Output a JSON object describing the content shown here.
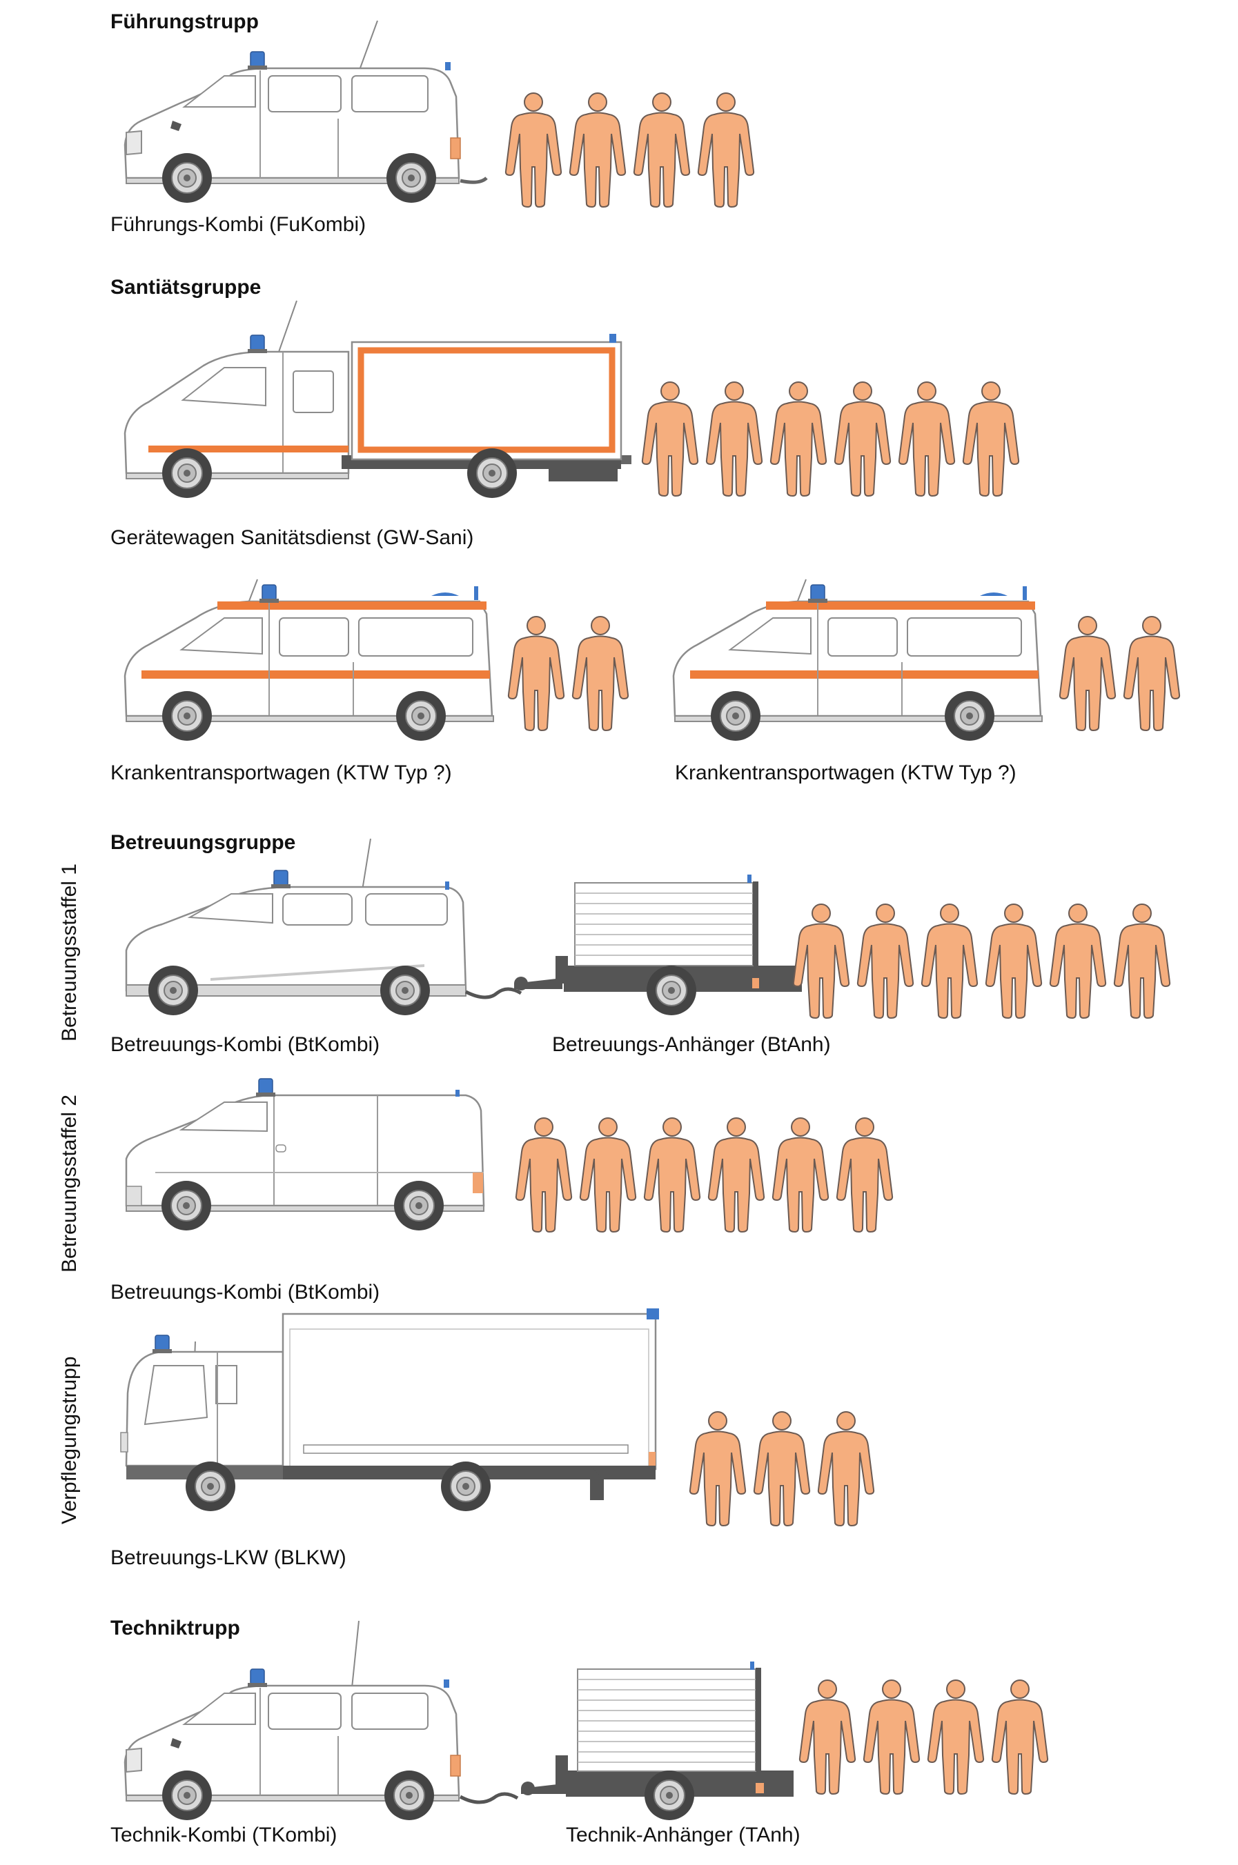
{
  "sections": [
    {
      "heading": "Führungstrupp"
    },
    {
      "heading": "Santiätsgruppe"
    },
    {
      "heading": "Betreuungsgruppe"
    },
    {
      "heading": "Techniktrupp"
    }
  ],
  "side_labels": {
    "staffel1": "Betreuungsstaffel 1",
    "staffel2": "Betreuungsstaffel 2",
    "verpflegung": "Verpflegungstrupp"
  },
  "vehicles": {
    "fukombi": "Führungs-Kombi (FuKombi)",
    "gwsani": "Gerätewagen Sanitätsdienst (GW-Sani)",
    "ktw1": "Krankentransportwagen (KTW Typ ?)",
    "ktw2": "Krankentransportwagen (KTW Typ ?)",
    "btkombi1": "Betreuungs-Kombi (BtKombi)",
    "btanh": "Betreuungs-Anhänger (BtAnh)",
    "btkombi2": "Betreuungs-Kombi (BtKombi)",
    "blkw": "Betreuungs-LKW (BLKW)",
    "tkombi": "Technik-Kombi (TKombi)",
    "tanh": "Technik-Anhänger (TAnh)"
  },
  "crew_counts": {
    "fukombi": 4,
    "gwsani": 6,
    "ktw1": 2,
    "ktw2": 2,
    "staffel1": 6,
    "staffel2": 6,
    "verpflegung": 3,
    "technik": 4
  },
  "colors": {
    "person_fill": "#f5ae7e",
    "person_stroke": "#6b5a52",
    "rescue_stripe": "#ee7d3b",
    "beacon": "#3f79c9",
    "vehicle_body": "#ffffff",
    "vehicle_outline": "#8c8c8c",
    "chassis": "#555555",
    "tire": "#444444"
  }
}
